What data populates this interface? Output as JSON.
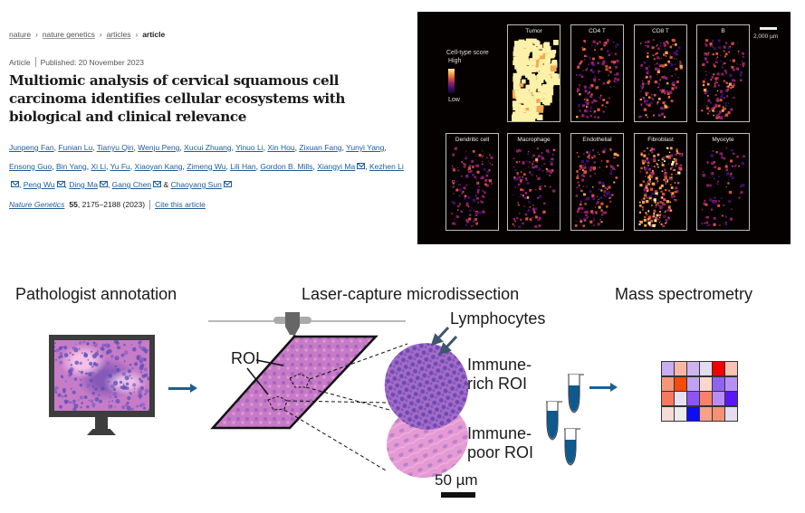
{
  "breadcrumb": {
    "items": [
      "nature",
      "nature genetics",
      "articles"
    ],
    "current": "article",
    "separator": "›"
  },
  "article": {
    "type": "Article",
    "published": "Published: 20 November 2023",
    "title": "Multiomic analysis of cervical squamous cell carcinoma identifies cellular ecosystems with biological and clinical relevance",
    "authors": [
      {
        "name": "Junpeng Fan",
        "corresponding": false
      },
      {
        "name": "Funian Lu",
        "corresponding": false
      },
      {
        "name": "Tianyu Qin",
        "corresponding": false
      },
      {
        "name": "Wenju Peng",
        "corresponding": false
      },
      {
        "name": "Xucui Zhuang",
        "corresponding": false
      },
      {
        "name": "Yinuo Li",
        "corresponding": false
      },
      {
        "name": "Xin Hou",
        "corresponding": false
      },
      {
        "name": "Zixuan Fang",
        "corresponding": false
      },
      {
        "name": "Yunyi Yang",
        "corresponding": false
      },
      {
        "name": "Ensong Guo",
        "corresponding": false
      },
      {
        "name": "Bin Yang",
        "corresponding": false
      },
      {
        "name": "Xi Li",
        "corresponding": false
      },
      {
        "name": "Yu Fu",
        "corresponding": false
      },
      {
        "name": "Xiaoyan Kang",
        "corresponding": false
      },
      {
        "name": "Zimeng Wu",
        "corresponding": false
      },
      {
        "name": "Lili Han",
        "corresponding": false
      },
      {
        "name": "Gordon B. Mills",
        "corresponding": false
      },
      {
        "name": "Xiangyi Ma",
        "corresponding": true
      },
      {
        "name": "Kezhen Li",
        "corresponding": true
      },
      {
        "name": "Peng Wu",
        "corresponding": true
      },
      {
        "name": "Ding Ma",
        "corresponding": true
      },
      {
        "name": "Gang Chen",
        "corresponding": true
      },
      {
        "name": "Chaoyang Sun",
        "corresponding": true
      }
    ],
    "author_joiner": "&",
    "journal": "Nature Genetics",
    "volume": "55",
    "pages": ", 2175–2188 (2023)",
    "cite_link": "Cite this article"
  },
  "spatial_panel": {
    "legend_title": "Cell-type score",
    "legend_high": "High",
    "legend_low": "Low",
    "scale_label": "2,000 µm",
    "tiles": [
      {
        "label": "Tumor",
        "intensity": 0.95
      },
      {
        "label": "CD4 T",
        "intensity": 0.35
      },
      {
        "label": "CD8 T",
        "intensity": 0.45
      },
      {
        "label": "B",
        "intensity": 0.4
      },
      {
        "label": "Dendritic cell",
        "intensity": 0.3
      },
      {
        "label": "Macrophage",
        "intensity": 0.3
      },
      {
        "label": "Endothelial",
        "intensity": 0.4
      },
      {
        "label": "Fibroblast",
        "intensity": 0.75
      },
      {
        "label": "Myocyte",
        "intensity": 0.12
      }
    ],
    "colors": {
      "high": "#fcf1a8",
      "mid": "#e0573a",
      "low": "#3b0f70",
      "background": "#060101"
    }
  },
  "workflow": {
    "step1_title": "Pathologist annotation",
    "step2_title": "Laser-capture microdissection",
    "step3_title": "Mass spectrometry",
    "roi_label": "ROI",
    "lymphocytes_label": "Lymphocytes",
    "immune_rich_label": [
      "Immune-",
      "rich ROI"
    ],
    "immune_poor_label": [
      "Immune-",
      "poor ROI"
    ],
    "scale_label": "50 µm",
    "arrow_color": "#1d5f94",
    "heatmap_cells": [
      [
        "#c6aef0",
        "#f6b8a5",
        "#cdb4ef",
        "#e2dcf0",
        "#f20000",
        "#f8c3b3"
      ],
      [
        "#f49677",
        "#fa4a0a",
        "#bea3f3",
        "#fcd6cc",
        "#9062f5",
        "#b890f5"
      ],
      [
        "#f6785f",
        "#e7e0f3",
        "#8e55f5",
        "#f8826a",
        "#b78ef6",
        "#5b16f5"
      ],
      [
        "#f5dcd6",
        "#ebebeb",
        "#0d0df5",
        "#f7a08a",
        "#f69176",
        "#e5dcf2"
      ]
    ]
  }
}
